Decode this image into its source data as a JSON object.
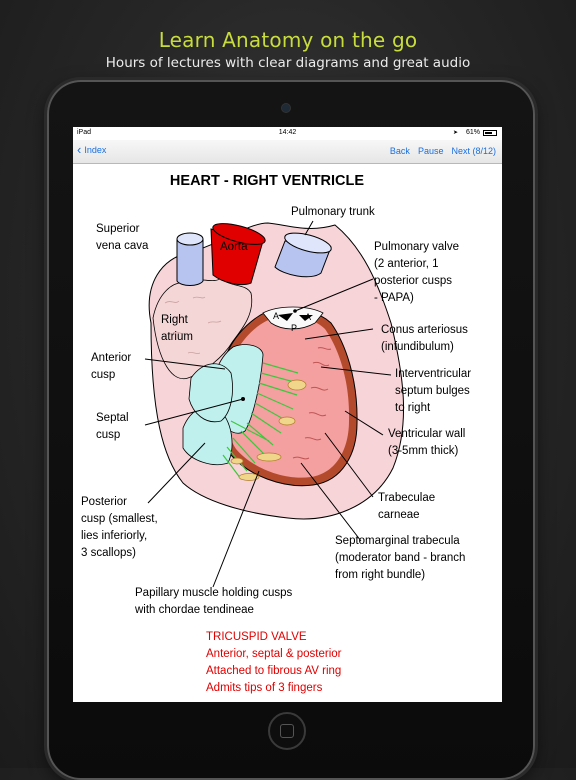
{
  "promo": {
    "headline": "Learn Anatomy on the go",
    "subheadline": "Hours of lectures with clear diagrams and great audio"
  },
  "statusbar": {
    "carrier": "iPad",
    "time": "14:42",
    "battery": "61%"
  },
  "navbar": {
    "back_label": "Index",
    "back_button": "Back",
    "pause_button": "Pause",
    "next_button": "Next (8/12)"
  },
  "diagram": {
    "title": "HEART - RIGHT VENTRICLE",
    "labels": {
      "svc_1": "Superior",
      "svc_2": "vena cava",
      "aorta": "Aorta",
      "pulmonary_trunk": "Pulmonary trunk",
      "pv_1": "Pulmonary valve",
      "pv_2": "(2 anterior, 1",
      "pv_3": "posterior cusps",
      "pv_4": "- PAPA)",
      "ra_1": "Right",
      "ra_2": "atrium",
      "ant_1": "Anterior",
      "ant_2": "cusp",
      "conus_1": "Conus arteriosus",
      "conus_2": "(infundibulum)",
      "ivs_1": "Interventricular",
      "ivs_2": "septum bulges",
      "ivs_3": "to right",
      "sep_1": "Septal",
      "sep_2": "cusp",
      "vw_1": "Ventricular wall",
      "vw_2": "(3-5mm thick)",
      "post_1": "Posterior",
      "post_2": "cusp (smallest,",
      "post_3": "lies inferiorly,",
      "post_4": "3 scallops)",
      "tc_1": "Trabeculae",
      "tc_2": "carneae",
      "smt_1": "Septomarginal trabecula",
      "smt_2": "(moderator band - branch",
      "smt_3": "from right bundle)",
      "pap_1": "Papillary muscle holding cusps",
      "pap_2": "with chordae tendineae",
      "valve_a1": "A",
      "valve_a2": "A",
      "valve_p": "P"
    },
    "notes": [
      "TRICUSPID VALVE",
      "Anterior, septal & posterior",
      "Attached to fibrous AV ring",
      "Admits tips of 3 fingers"
    ],
    "colors": {
      "notes": "#e00000",
      "aorta": "#e00000",
      "veins": "#b8c4f0",
      "heart": "#f7d4d8",
      "ventricle": "#f4a0a0",
      "cusps": "#bff0ee",
      "chordae": "#3cc83c"
    }
  }
}
